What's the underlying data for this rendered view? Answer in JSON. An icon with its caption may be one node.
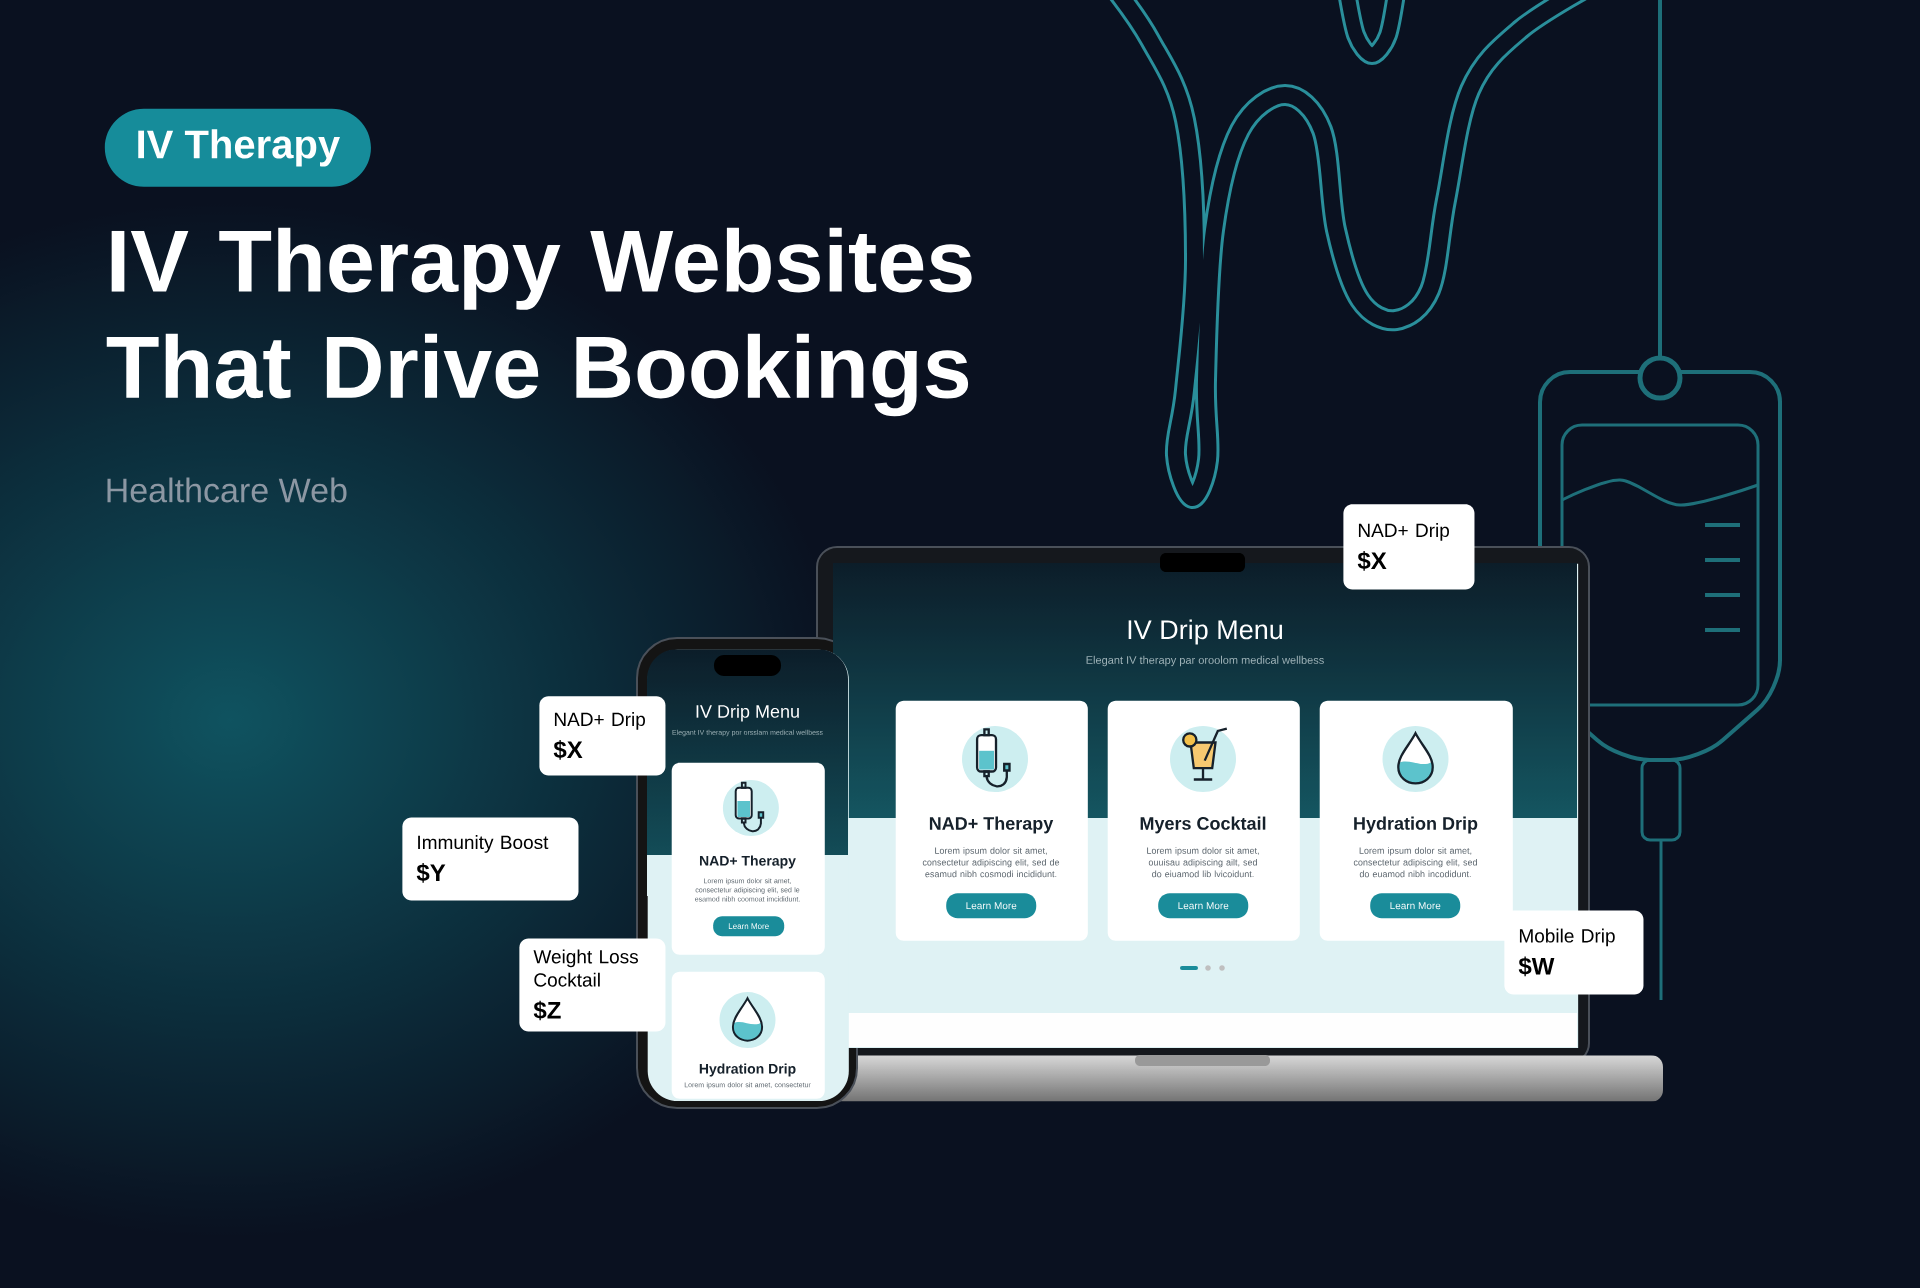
{
  "diagram": {
    "title": "IV Therapy Websites That Drive Bookings",
    "nodes": [
      {
        "text": [
          "IV Therapy"
        ]
      },
      {
        "text": [
          "IV Drip Menu",
          "Elegant IV therapy par oroolom medical wellbess"
        ]
      },
      {
        "text": [
          "NAD+ Therapy",
          "Lorem ipsum dolor sit amet, consectetur adipiscing elit, sed de esamud nibh cosmodi incididunt."
        ],
        "in": 1
      },
      {
        "text": [
          "Learn More"
        ],
        "in": 2
      },
      {
        "text": [
          "Myers Cocktail",
          "Lorem ipsum dolor sit amet, ouuisau adipiscing ailt, sed do eiuamod lib lvicoidunt."
        ],
        "in": 1
      },
      {
        "text": [
          "Learn More"
        ],
        "in": 4
      },
      {
        "text": [
          "Hydration Drip",
          "Lorem ipsum dolor sit amet, consectetur adipiscing elit, sed do euamod nibh incodidunt."
        ],
        "in": 1
      },
      {
        "text": [
          "Learn More"
        ],
        "in": 6
      },
      {
        "text": [
          "IV Drip Menu",
          "Elegant IV therapy por orsslam medical wellbess"
        ]
      },
      {
        "text": [
          "NAD+ Therapy",
          "Lorem ipsum dolor sit amet, consectetur adipiscing elit, sed le esamod nibh coomoat imcididunt."
        ],
        "in": 8
      },
      {
        "text": [
          "Learn More"
        ],
        "in": 9
      },
      {
        "text": [
          "Hydration Drip",
          "Lorem ipsum dolor sit amet, consectetur"
        ],
        "in": 8
      },
      {
        "text": [
          "NAD+ Drip",
          "$X"
        ]
      },
      {
        "text": [
          "NAD+ Drip",
          "$X"
        ]
      },
      {
        "text": [
          "Immunity Boost",
          "$Y"
        ]
      },
      {
        "text": [
          "Weight Loss Cocktail",
          "$Z"
        ]
      },
      {
        "text": [
          "Mobile Drip",
          "$W"
        ]
      }
    ],
    "labels": [
      "Healthcare Web"
    ]
  }
}
